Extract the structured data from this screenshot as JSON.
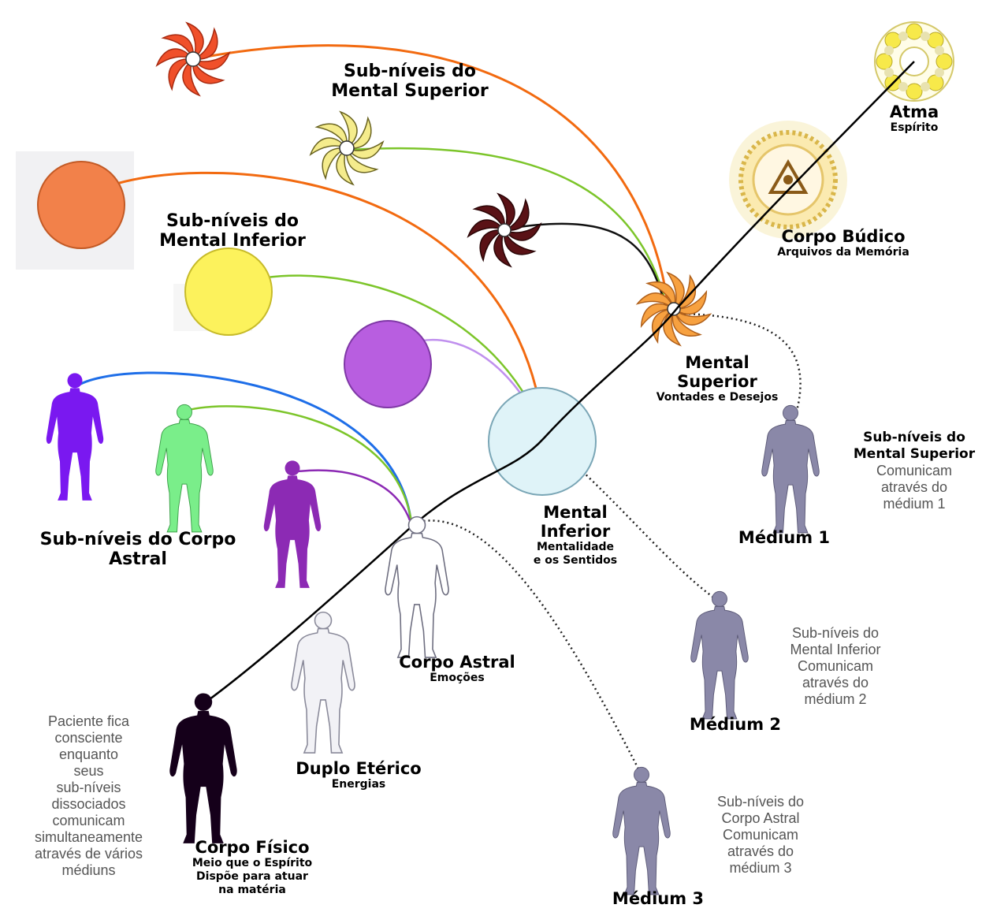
{
  "labels": {
    "atma": {
      "title": "Atma",
      "sub": "Espírito"
    },
    "budico": {
      "title": "Corpo Búdico",
      "sub": "Arquivos da Memória"
    },
    "mental_superior": {
      "title_1": "Mental",
      "title_2": "Superior",
      "sub": "Vontades e Desejos"
    },
    "mental_inferior": {
      "title_1": "Mental",
      "title_2": "Inferior",
      "sub_1": "Mentalidade",
      "sub_2": "e os Sentidos"
    },
    "corpo_astral": {
      "title": "Corpo Astral",
      "sub": "Emoções"
    },
    "duplo_eterico": {
      "title": "Duplo Etérico",
      "sub": "Energias"
    },
    "corpo_fisico": {
      "title": "Corpo Físico",
      "sub_1": "Meio que o Espírito",
      "sub_2": "Dispõe para atuar",
      "sub_3": "na matéria"
    },
    "sub_mental_superior": {
      "line_1": "Sub-níveis do",
      "line_2": "Mental Superior"
    },
    "sub_mental_inferior": {
      "line_1": "Sub-níveis do",
      "line_2": "Mental Inferior"
    },
    "sub_corpo_astral": {
      "line_1": "Sub-níveis do Corpo",
      "line_2": "Astral"
    }
  },
  "mediums": [
    {
      "name": "Médium 1",
      "heading_1": "Sub-níveis do",
      "heading_2": "Mental Superior",
      "text": [
        "Comunicam",
        "através do",
        "médium 1"
      ]
    },
    {
      "name": "Médium 2",
      "text": [
        "Sub-níveis do",
        "Mental Inferior",
        "Comunicam",
        "através do",
        "médium 2"
      ]
    },
    {
      "name": "Médium 3",
      "text": [
        "Sub-níveis do",
        "Corpo Astral",
        "Comunicam",
        "através do",
        "médium 3"
      ]
    }
  ],
  "patient_note": [
    "Paciente fica",
    "consciente",
    "enquanto",
    "seus",
    "sub-níveis",
    "dissociados",
    "comunicam",
    "simultaneamente",
    "através de vários",
    "médiuns"
  ],
  "colors": {
    "spine": "#000000",
    "flower_red": "#f0502a",
    "flower_yellow": "#f5ec8c",
    "flower_maroon": "#5a1216",
    "flower_orange": "#f7a140",
    "circle_orange": "#f2814a",
    "circle_yellow": "#fcf25c",
    "circle_purple": "#b85ee0",
    "figure_blue": "#7a18f0",
    "figure_green": "#7aee8a",
    "figure_purple": "#8c2ab4",
    "medium_gray": "#8a88a8",
    "link_orange": "#f26a10",
    "link_green": "#7cc52a",
    "link_blue": "#1e6ee8",
    "link_lilac": "#c090ee"
  },
  "icons": [
    "flower-icon",
    "sphere-icon",
    "human-figure-icon",
    "sun-icon",
    "mandala-icon"
  ]
}
